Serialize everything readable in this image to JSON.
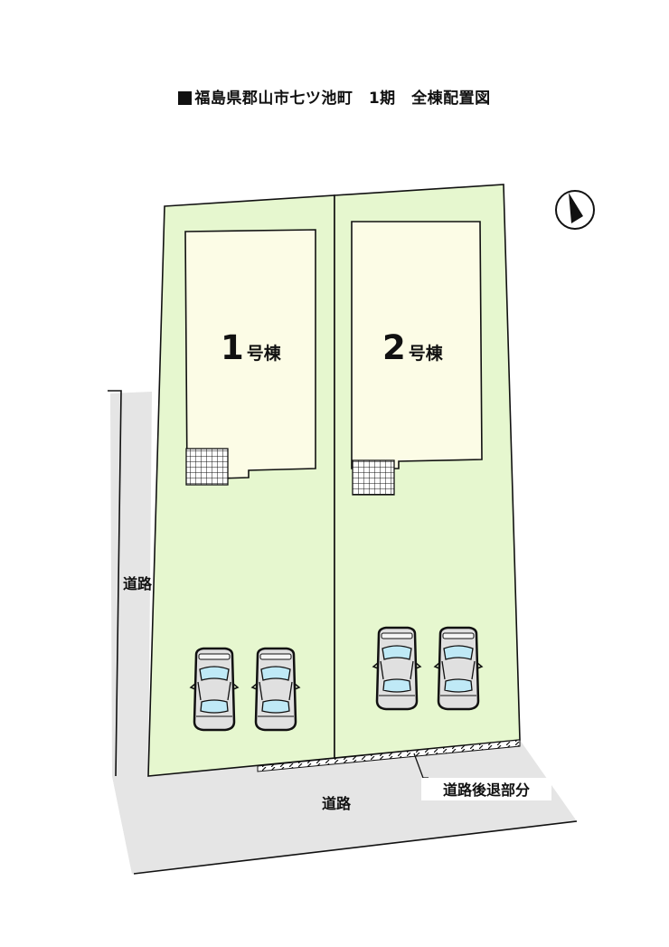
{
  "title": "福島県郡山市七ツ池町　1期　全棟配置図",
  "buildings": [
    {
      "number": "1",
      "suffix": "号棟"
    },
    {
      "number": "2",
      "suffix": "号棟"
    }
  ],
  "labels": {
    "road_side": "道路",
    "road_front": "道路",
    "setback": "道路後退部分"
  },
  "colors": {
    "lot": "#e6f7cf",
    "building": "#fcfce6",
    "road": "#e5e5e5",
    "car_body": "#e0e0e0",
    "car_glass": "#bfe9f6",
    "outline": "#111111"
  },
  "icons": [
    "north-arrow-icon",
    "car-icon",
    "entrance-tile-icon"
  ]
}
